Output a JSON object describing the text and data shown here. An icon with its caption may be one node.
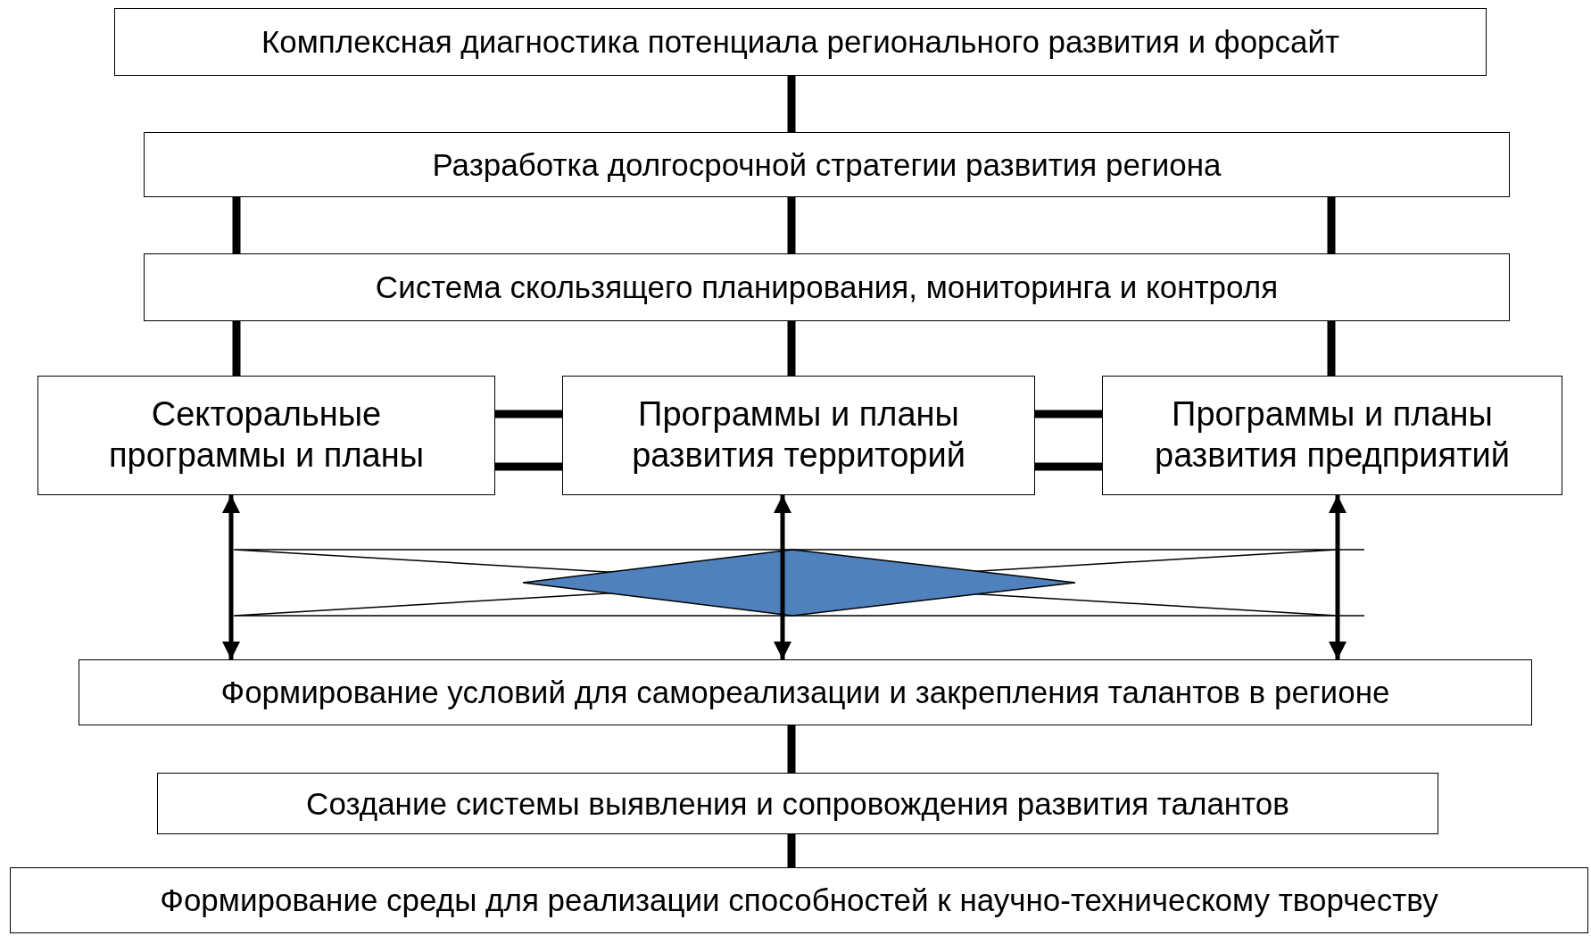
{
  "diagram": {
    "nodes": [
      {
        "text": [
          "Комплексная диагностика потенциала регионального развития и форсайт"
        ]
      },
      {
        "text": [
          "Разработка долгосрочной стратегии развития региона"
        ]
      },
      {
        "text": [
          "Система скользящего планирования, мониторинга и контроля"
        ]
      },
      {
        "text": [
          "Секторальные программы и планы"
        ]
      },
      {
        "text": [
          "Программы и планы развития территорий"
        ]
      },
      {
        "text": [
          "Программы и планы развития предприятий"
        ]
      },
      {
        "text": [
          "Формирование условий для самореализации и закрепления талантов в регионе"
        ]
      },
      {
        "text": [
          "Создание системы выявления и сопровождения развития талантов"
        ]
      },
      {
        "text": [
          "Формирование среды для реализации способностей к научно-техническому творчеству"
        ]
      }
    ],
    "edges": [
      {
        "from": 0,
        "to": 1,
        "arrow": "none"
      },
      {
        "from": 1,
        "to": 2,
        "arrow": "none"
      },
      {
        "from": 1,
        "to": 2,
        "arrow": "none"
      },
      {
        "from": 1,
        "to": 2,
        "arrow": "none"
      },
      {
        "from": 2,
        "to": 3,
        "arrow": "none"
      },
      {
        "from": 2,
        "to": 4,
        "arrow": "none"
      },
      {
        "from": 2,
        "to": 5,
        "arrow": "none"
      },
      {
        "from": 3,
        "to": 4,
        "arrow": "none"
      },
      {
        "from": 3,
        "to": 4,
        "arrow": "none"
      },
      {
        "from": 4,
        "to": 5,
        "arrow": "none"
      },
      {
        "from": 4,
        "to": 5,
        "arrow": "none"
      },
      {
        "from": 3,
        "to": 6,
        "arrow": "both"
      },
      {
        "from": 4,
        "to": 6,
        "arrow": "both"
      },
      {
        "from": 5,
        "to": 6,
        "arrow": "both"
      },
      {
        "from": 6,
        "to": 7,
        "arrow": "none"
      },
      {
        "from": 7,
        "to": 8,
        "arrow": "none"
      }
    ]
  }
}
